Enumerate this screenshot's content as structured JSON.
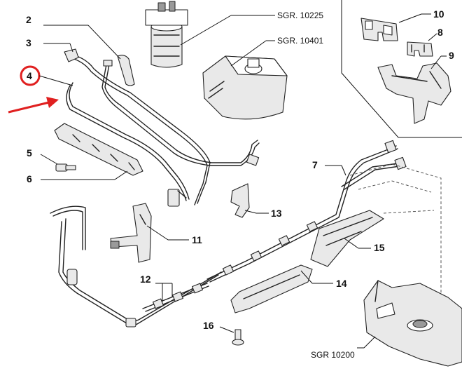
{
  "callouts": {
    "c2": "2",
    "c3": "3",
    "c4": "4",
    "c5": "5",
    "c6": "6",
    "c7": "7",
    "c8": "8",
    "c9": "9",
    "c10": "10",
    "c11": "11",
    "c12": "12",
    "c13": "13",
    "c14": "14",
    "c15": "15",
    "c16": "16"
  },
  "references": {
    "filter": "SGR. 10225",
    "reservoir": "SGR. 10401",
    "tank": "SGR 10200"
  },
  "colors": {
    "highlight": "#e02020",
    "line": "#222222"
  }
}
